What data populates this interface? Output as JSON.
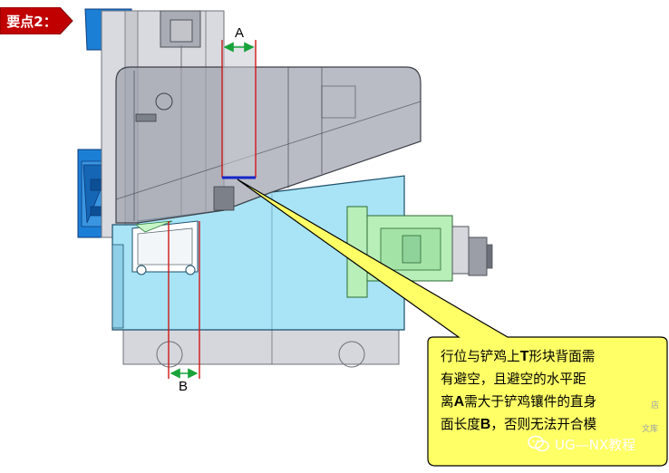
{
  "badge": {
    "label": "要点2：",
    "color": "#c00000"
  },
  "dimensions": {
    "a_label": "A",
    "b_label": "B"
  },
  "callout": {
    "line1": "行位与铲鸡上",
    "line1_bold": "T",
    "line1_end": "形块背面需",
    "line2": "有避空，且避空的水平距",
    "line3_start": "离",
    "line3_bold": "A",
    "line3_end": "需大于铲鸡镶件的直身",
    "line4_start": "面长度",
    "line4_bold": "B",
    "line4_end": "，否则无法开合模",
    "fill": "#ffff66"
  },
  "watermark": {
    "text": "UG—NX教程",
    "icon": "wechat-icon"
  },
  "faint_marks": {
    "shop": "店",
    "lib": "文库"
  },
  "colors": {
    "slider_blue": "#a8e4f6",
    "guide_green": "#b8efb8",
    "wedge_gray": "#b9bcc4",
    "plate_blue": "#1c7fd6",
    "dimension_red": "#d01818",
    "dimension_green": "#17a33a"
  }
}
